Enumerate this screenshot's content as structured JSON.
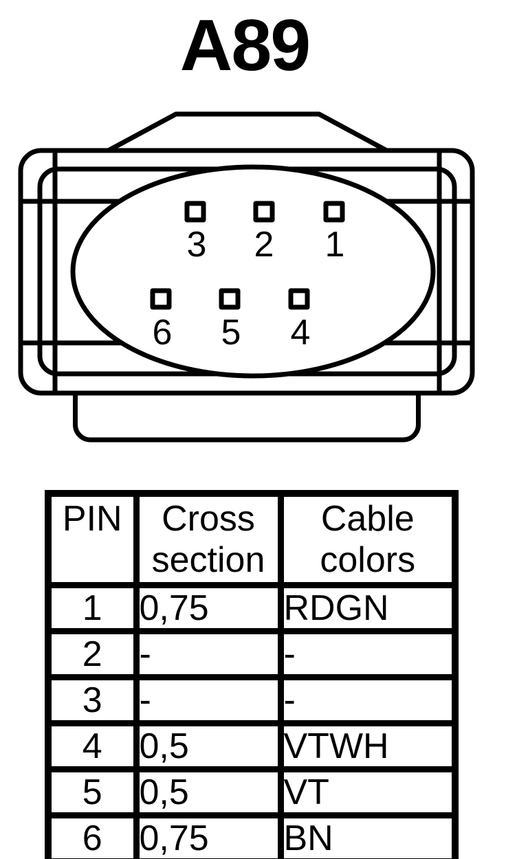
{
  "colors": {
    "background": "#ffffff",
    "line": "#000000"
  },
  "title": "A89",
  "connector": {
    "pins_top_row": [
      "3",
      "2",
      "1"
    ],
    "pins_bottom_row": [
      "6",
      "5",
      "4"
    ]
  },
  "table": {
    "headers": [
      "PIN",
      "Cross section",
      "Cable colors"
    ],
    "rows": [
      [
        "1",
        "0,75",
        "RDGN"
      ],
      [
        "2",
        "-",
        "-"
      ],
      [
        "3",
        "-",
        "-"
      ],
      [
        "4",
        "0,5",
        "VTWH"
      ],
      [
        "5",
        "0,5",
        "VT"
      ],
      [
        "6",
        "0,75",
        "BN"
      ]
    ]
  }
}
